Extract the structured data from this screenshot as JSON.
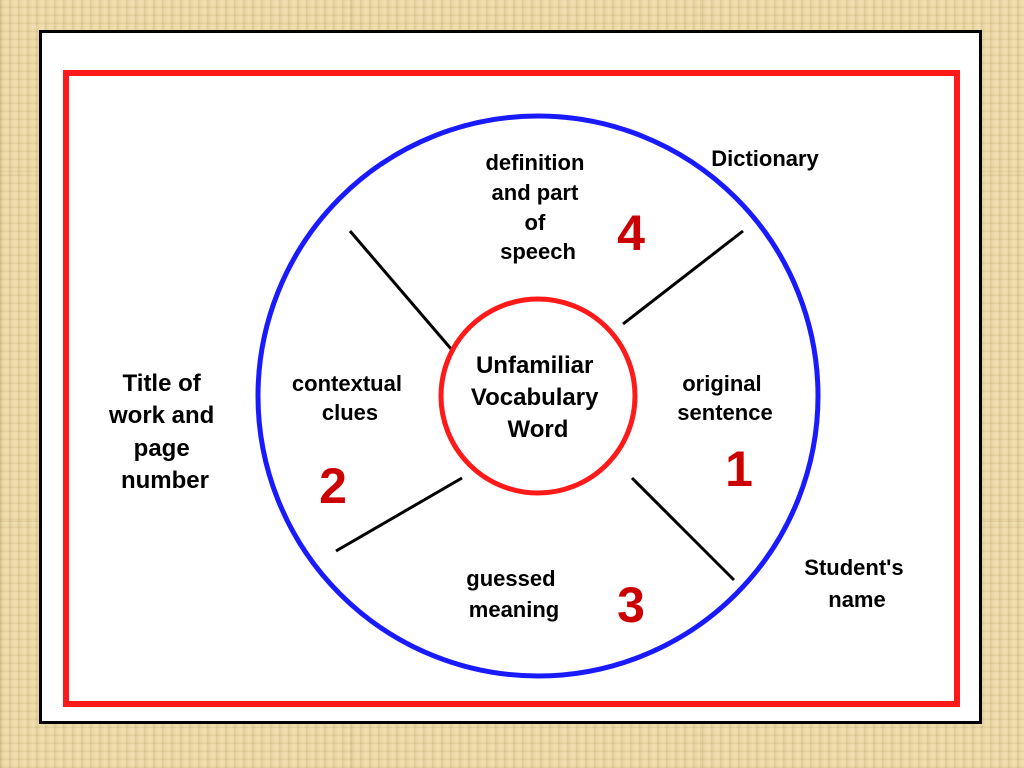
{
  "diagram": {
    "center": {
      "lines": [
        "Unfamiliar",
        "Vocabulary",
        "Word"
      ]
    },
    "quadrants": {
      "top": {
        "lines": [
          "definition",
          "and part",
          "of",
          "speech"
        ],
        "number": "4"
      },
      "right": {
        "lines": [
          "original",
          "sentence"
        ],
        "number": "1"
      },
      "bottom": {
        "lines": [
          "guessed",
          "meaning"
        ],
        "number": "3"
      },
      "left": {
        "lines": [
          "contextual",
          "clues"
        ],
        "number": "2"
      }
    },
    "outside": {
      "top_right": {
        "lines": [
          "Dictionary"
        ]
      },
      "bottom_right": {
        "lines": [
          "Student's",
          "name"
        ]
      },
      "left": {
        "lines": [
          "Title of",
          "work and",
          "page",
          "number"
        ]
      }
    }
  },
  "colors": {
    "outer_border": "#000000",
    "inner_border": "#ff1a1a",
    "outer_circle": "#1a1aff",
    "inner_circle": "#ff1a1a",
    "number": "#cc0000",
    "divider": "#000000"
  }
}
